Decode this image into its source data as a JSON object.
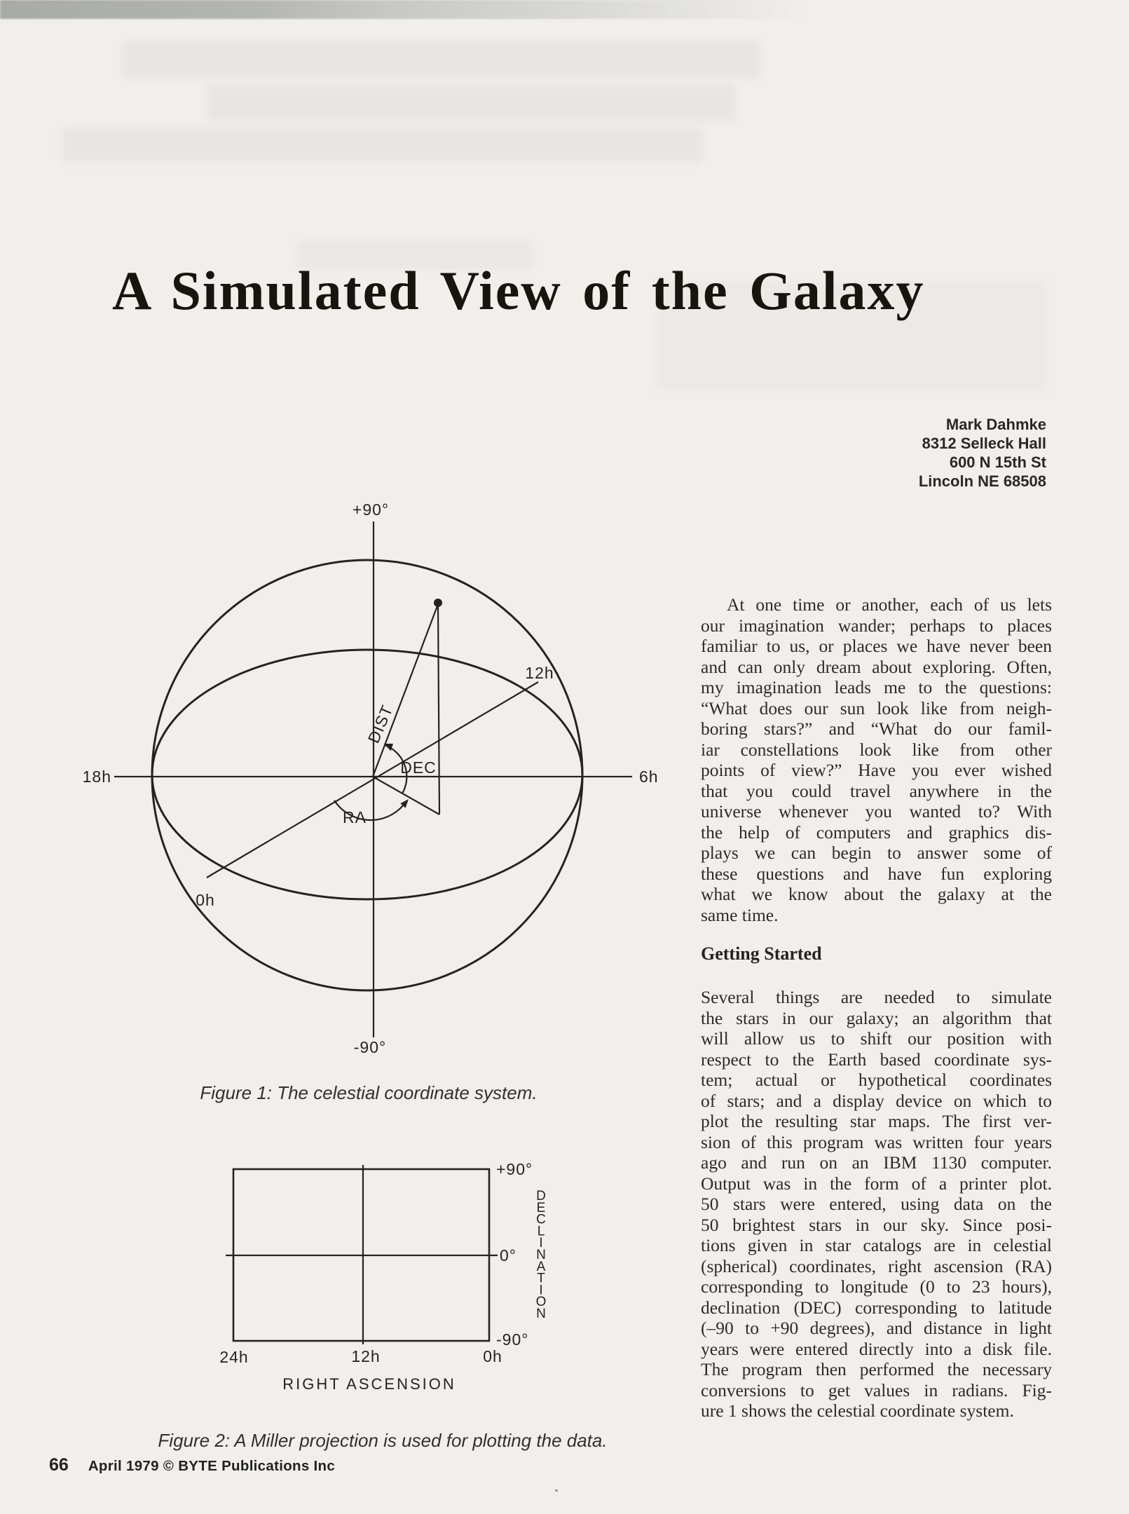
{
  "page": {
    "paper_color": "#f1efec",
    "ink_color": "#2b2825",
    "title": "A Simulated View of the Galaxy",
    "author": {
      "name": "Mark Dahmke",
      "address_lines": [
        "8312 Selleck Hall",
        "600 N 15th St",
        "Lincoln NE 68508"
      ]
    },
    "footer": {
      "page_number": "66",
      "credit": "April 1979 © BYTE Publications Inc"
    }
  },
  "figure1": {
    "caption": "Figure 1: The celestial coordinate system.",
    "labels": {
      "plus90": "+90°",
      "minus90": "-90°",
      "h18": "18h",
      "h6": "6h",
      "h12": "12h",
      "h0": "0h",
      "dist": "DIST",
      "dec": "DEC",
      "ra": "RA"
    }
  },
  "figure2": {
    "caption": "Figure 2: A Miller projection is used for plotting the data.",
    "labels": {
      "top_right": "+90°",
      "mid_right": "0°",
      "bottom_right": "-90°",
      "x_left": "24h",
      "x_mid": "12h",
      "x_right": "0h",
      "x_axis_title": "RIGHT ASCENSION",
      "y_axis_title": "DECLINATION"
    }
  },
  "article": {
    "heading": "Getting Started",
    "para1": {
      "lines": [
        "At one time or another, each of us lets",
        "our imagination wander; perhaps to places",
        "familiar to us, or places we have never been",
        "and can only dream about exploring. Often,",
        "my imagination leads me to the questions:",
        "“What does our sun look like from neigh-",
        "boring stars?” and “What do our famil-",
        "iar constellations look like from other",
        "points of view?” Have you ever wished",
        "that you could travel anywhere in the",
        "universe whenever you wanted to? With",
        "the help of computers and graphics dis-",
        "plays we can begin to answer some of",
        "these questions and have fun exploring",
        "what we know about the galaxy at the",
        "same time."
      ]
    },
    "para2": {
      "lines": [
        "Several things are needed to simulate",
        "the stars in our galaxy; an algorithm that",
        "will allow us to shift our position with",
        "respect to the Earth based coordinate sys-",
        "tem; actual or hypothetical coordinates",
        "of stars; and a display device on which to",
        "plot the resulting star maps. The first ver-",
        "sion of this program was written four years",
        "ago and run on an IBM 1130 computer.",
        "Output was in the form of a printer plot.",
        "50 stars were entered, using data on the",
        "50 brightest stars in our sky. Since posi-",
        "tions given in star catalogs are in celestial",
        "(spherical) coordinates, right ascension (RA)",
        "corresponding to longitude (0 to 23 hours),",
        "declination (DEC) corresponding to latitude",
        "(–90 to +90 degrees), and distance in light",
        "years were entered directly into a disk file.",
        "The program then performed the necessary",
        "conversions to get values in radians. Fig-",
        "ure 1 shows the celestial coordinate system."
      ]
    }
  }
}
